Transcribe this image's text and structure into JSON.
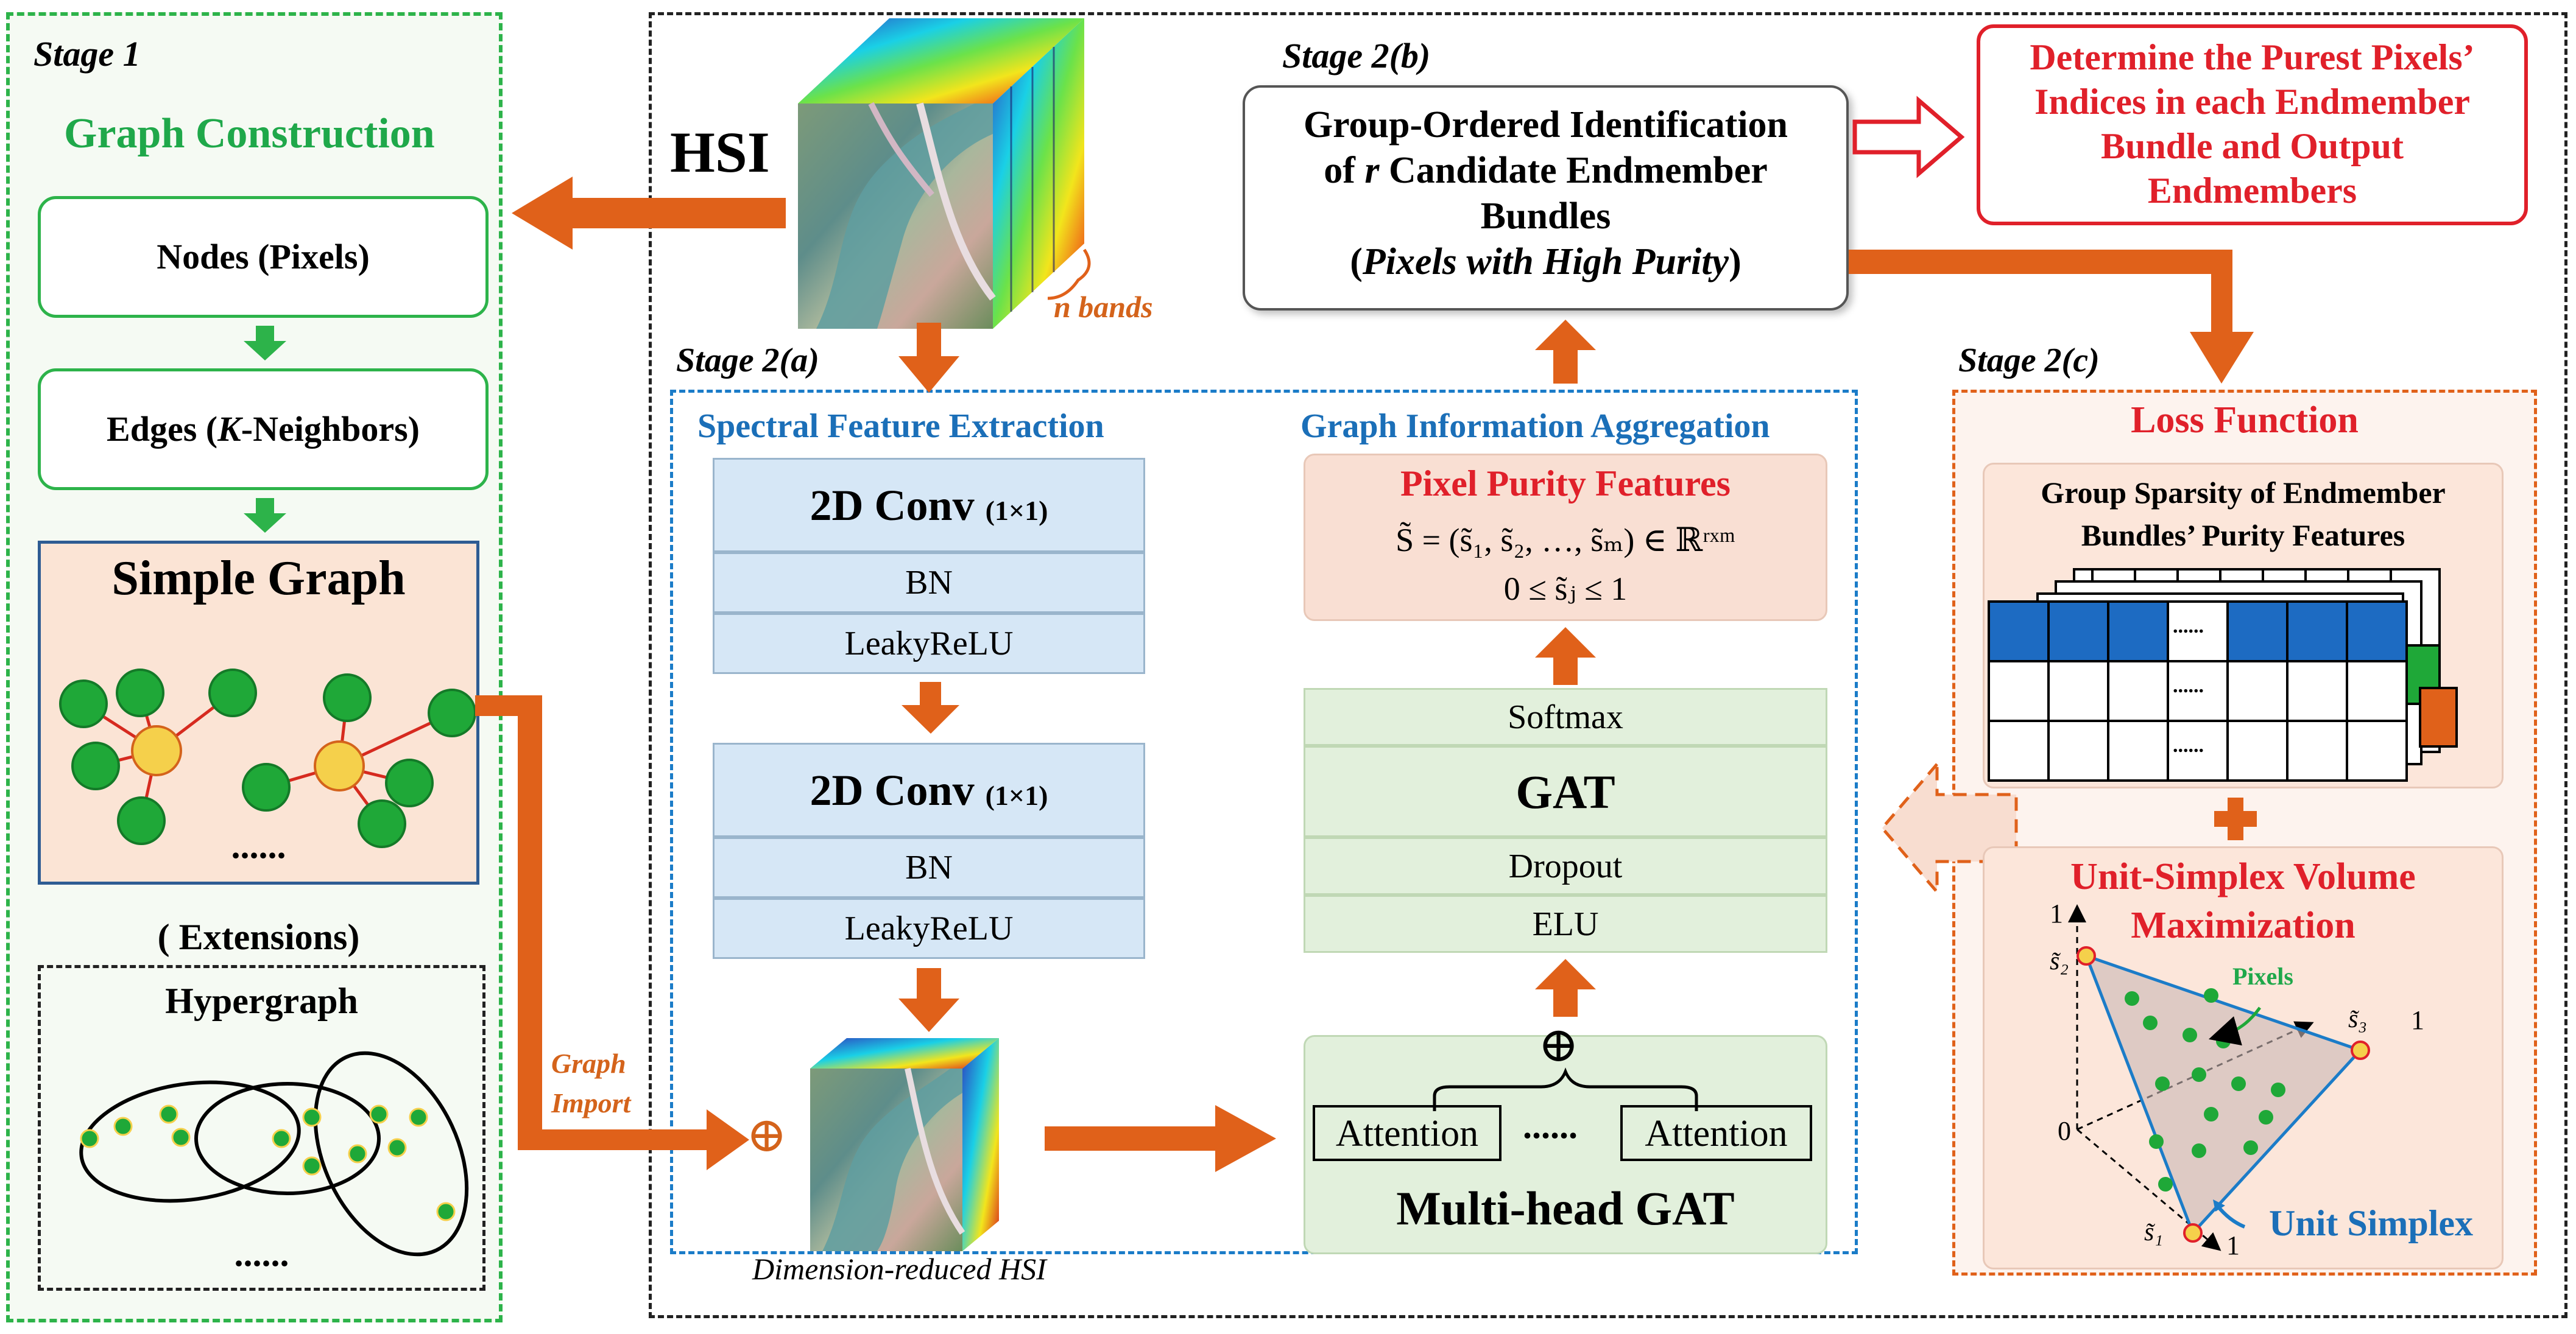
{
  "stage1": {
    "label": "Stage 1",
    "title": "Graph Construction",
    "nodes": "Nodes (Pixels)",
    "edges_prefix": "Edges (",
    "edges_k": "K",
    "edges_suffix": "-Neighbors)",
    "simple_graph": "Simple Graph",
    "dots": "......",
    "extensions": "(  Extensions)",
    "hypergraph": "Hypergraph",
    "hyper_dots": "......"
  },
  "hsi": {
    "label": "HSI",
    "n_bands": "n bands",
    "graph_import_1": "Graph",
    "graph_import_2": "Import",
    "dim_reduced": "Dimension-reduced HSI"
  },
  "stage2a": {
    "label": "Stage 2(a)",
    "spectral_title": "Spectral Feature Extraction",
    "conv1_main": "2D Conv",
    "conv1_sub": "(1×1)",
    "bn1": "BN",
    "lrelu1": "LeakyReLU",
    "conv2_main": "2D Conv",
    "conv2_sub": "(1×1)",
    "bn2": "BN",
    "lrelu2": "LeakyReLU",
    "graph_title": "Graph Information Aggregation",
    "ppf_title": "Pixel Purity Features",
    "ppf_eq1": "S̃ = (s̃₁, s̃₂, …, s̃ₘ) ∈ ℝʳˣᵐ",
    "ppf_eq2": "0 ≤ s̃ⱼ ≤ 1",
    "softmax": "Softmax",
    "gat": "GAT",
    "dropout": "Dropout",
    "elu": "ELU",
    "attention1": "Attention",
    "attention_dots": "......",
    "attention2": "Attention",
    "multihead": "Multi-head GAT",
    "oplus": "⊕"
  },
  "stage2b": {
    "label": "Stage 2(b)",
    "line1": "Group-Ordered Identification",
    "line2_pre": "of ",
    "line2_r": "r",
    "line2_post": " Candidate Endmember",
    "line3": "Bundles",
    "line4_pre": "(",
    "line4_it": "Pixels with High Purity",
    "line4_post": ")",
    "output_1": "Determine the Purest Pixels’",
    "output_2": "Indices in each Endmember",
    "output_3": "Bundle and Output",
    "output_4": "Endmembers"
  },
  "stage2c": {
    "label": "Stage 2(c)",
    "loss": "Loss Function",
    "gs_1": "Group Sparsity of Endmember",
    "gs_2": "Bundles’ Purity Features",
    "table_dots": "......",
    "usvm_1": "Unit-Simplex Volume",
    "usvm_2": "Maximization",
    "pixels": "Pixels",
    "unit_simplex": "Unit Simplex",
    "axis_one_top": "1",
    "axis_one_right": "1",
    "axis_one_bottom": "1",
    "axis_zero": "0",
    "s1": "s̃₁",
    "s2": "s̃₂",
    "s3": "s̃₃"
  },
  "colors": {
    "orange_arrow": "#E0611A",
    "green_dashed": "#2DB34A",
    "blue_dashed": "#1B7CC8",
    "red_output": "#E0202A",
    "node_green": "#1FA838",
    "node_yellow": "#F5D04B",
    "conv_blue": "#D6E7F6",
    "gat_green": "#E2F0DC",
    "ppf_pink": "#F9DFD3",
    "table_blue": "#1D6BC2"
  }
}
